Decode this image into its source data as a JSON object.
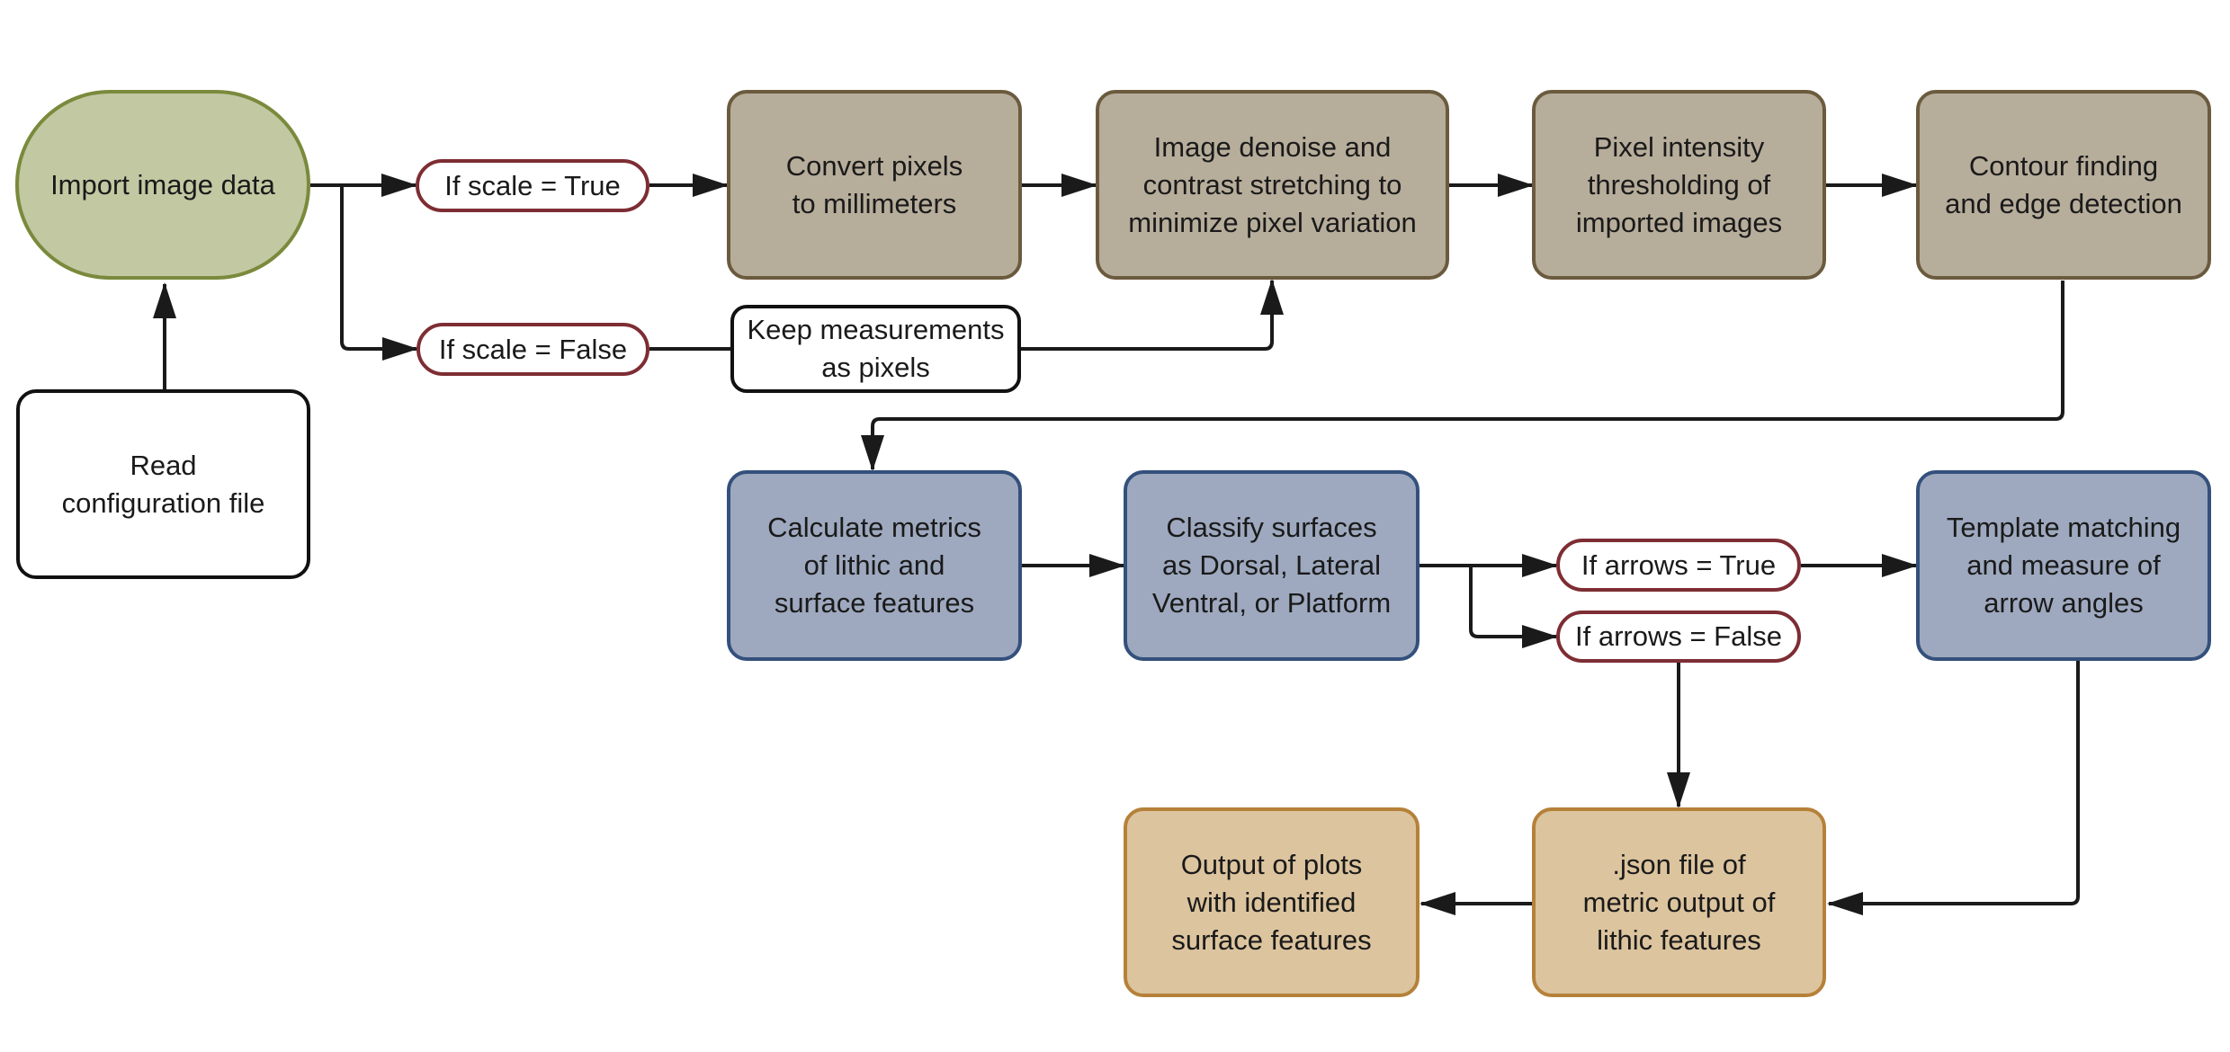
{
  "colors": {
    "start_fill": "#c2c8a2",
    "start_border": "#7a8a3c",
    "prep_fill": "#b7ad9b",
    "prep_border": "#6b5b3e",
    "analysis_fill": "#9ea9bf",
    "analysis_border": "#34507c",
    "output_fill": "#dcc49e",
    "output_border": "#b58139",
    "condition_border": "#7d2d33",
    "line": "#1a1a1a"
  },
  "nodes": {
    "import": {
      "lines": [
        "Import image data"
      ]
    },
    "config": {
      "lines": [
        "Read",
        "configuration file"
      ]
    },
    "scale_true": {
      "lines": [
        "If scale = True"
      ]
    },
    "scale_false": {
      "lines": [
        "If scale = False"
      ]
    },
    "keep_pixels": {
      "lines": [
        "Keep measurements",
        "as pixels"
      ]
    },
    "convert": {
      "lines": [
        "Convert pixels",
        "to millimeters"
      ]
    },
    "denoise": {
      "lines": [
        "Image denoise and",
        "contrast stretching to",
        "minimize pixel variation"
      ]
    },
    "threshold": {
      "lines": [
        "Pixel intensity",
        "thresholding of",
        "imported images"
      ]
    },
    "contour": {
      "lines": [
        "Contour finding",
        "and edge detection"
      ]
    },
    "metrics": {
      "lines": [
        "Calculate metrics",
        "of lithic and",
        "surface features"
      ]
    },
    "classify": {
      "lines": [
        "Classify surfaces",
        "as Dorsal, Lateral",
        "Ventral, or Platform"
      ]
    },
    "arrows_true": {
      "lines": [
        "If arrows = True"
      ]
    },
    "arrows_false": {
      "lines": [
        "If arrows = False"
      ]
    },
    "template": {
      "lines": [
        "Template matching",
        "and measure of",
        "arrow angles"
      ]
    },
    "json_out": {
      "lines": [
        ".json file of",
        "metric output  of",
        "lithic features"
      ]
    },
    "plots_out": {
      "lines": [
        "Output of plots",
        "with identified",
        "surface features"
      ]
    }
  }
}
